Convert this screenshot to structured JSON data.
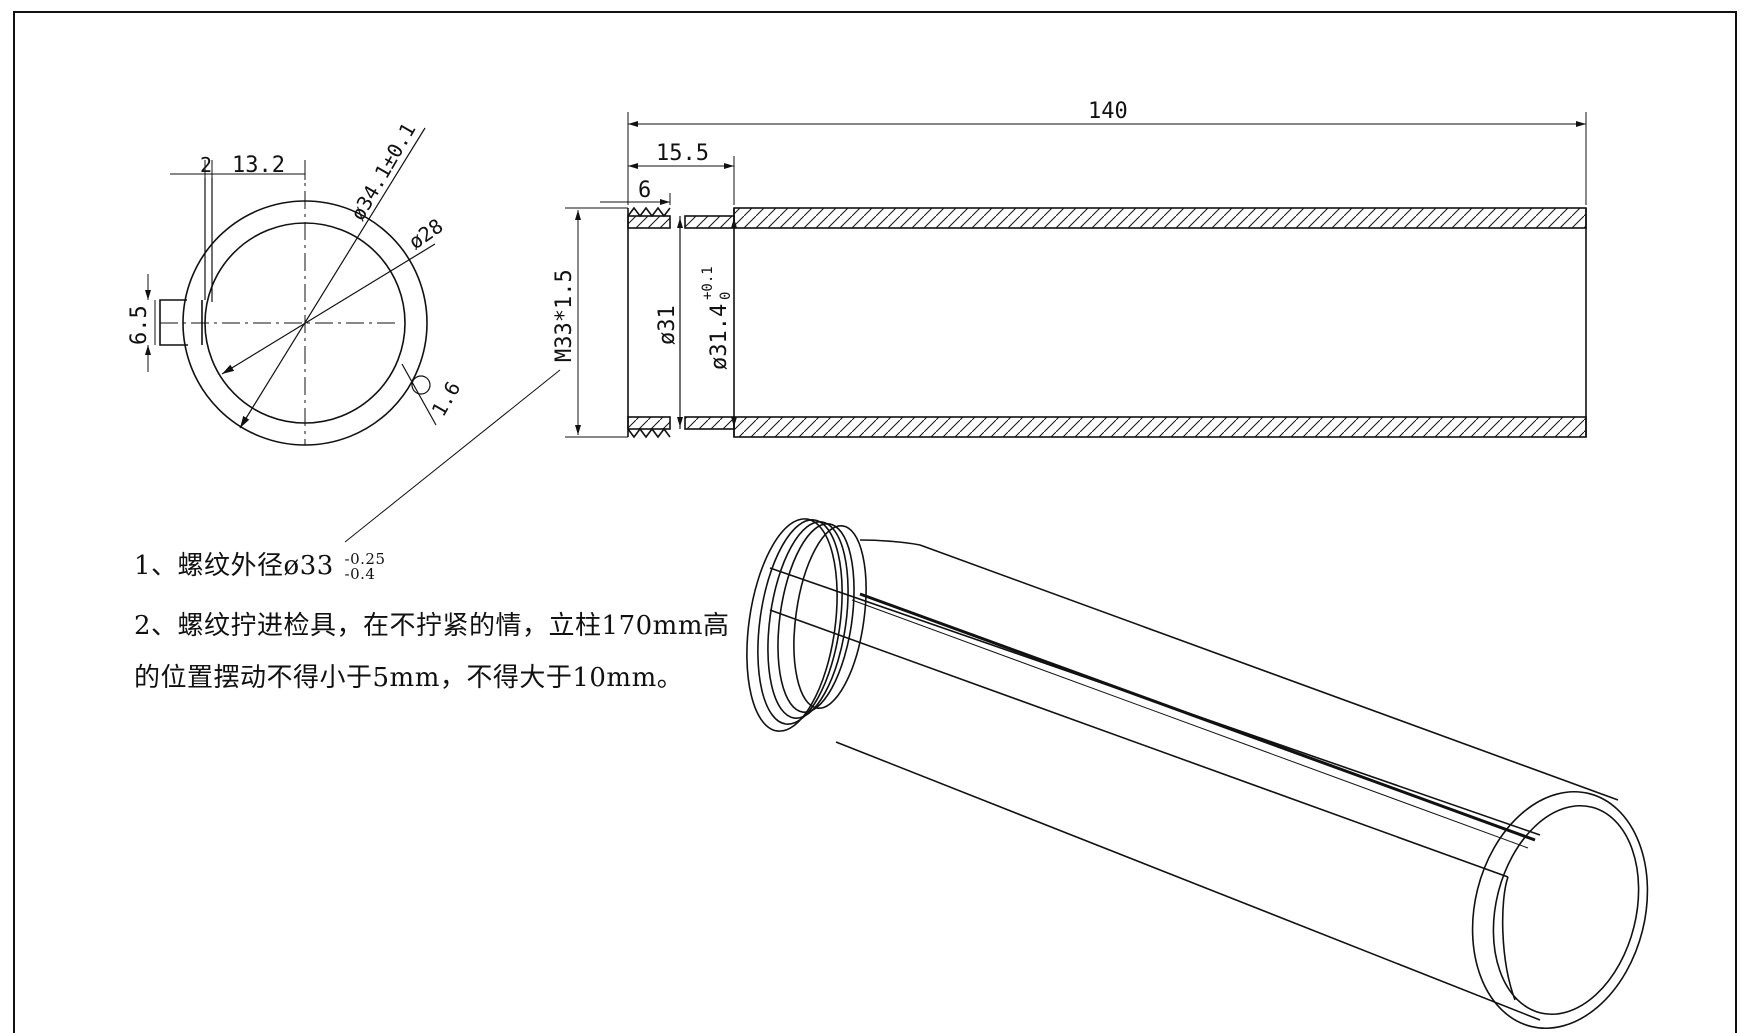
{
  "section_view": {
    "dim_slot_width": "2",
    "dim_offset": "13.2",
    "dim_slot_height": "6.5",
    "dim_outer_diameter": "ø34.1±0.1",
    "dim_inner_diameter": "ø28",
    "dim_fillet": "1.6"
  },
  "side_view": {
    "dim_total_length": "140",
    "dim_bore_depth": "15.5",
    "dim_thread_length": "6",
    "dim_thread": "M33*1.5",
    "dim_bore_31": "ø31",
    "dim_bore_314": "ø31.4",
    "dim_tol_upper": "+0.1",
    "dim_tol_lower": "0"
  },
  "notes": {
    "note1_text": "1、螺纹外径ø33",
    "note1_tol_upper": "-0.25",
    "note1_tol_lower": "-0.4",
    "note2_line1": "2、螺纹拧进检具，在不拧紧的情，立柱170mm高",
    "note2_line2": "的位置摆动不得小于5mm，不得大于10mm。"
  },
  "colors": {
    "line": "#111111",
    "background": "#ffffff"
  }
}
